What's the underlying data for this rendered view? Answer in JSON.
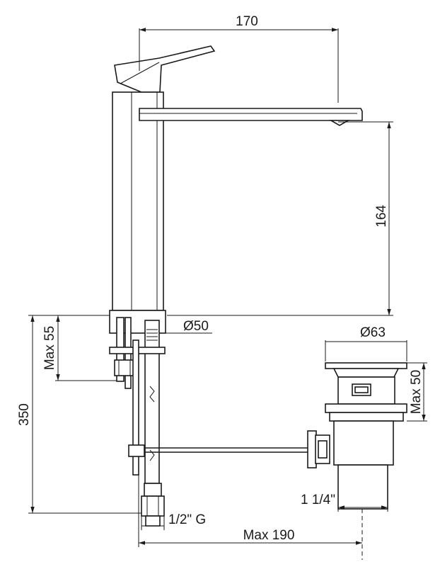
{
  "dimensions": {
    "spout_reach": "170",
    "spout_height": "164",
    "base_diameter": "Ø50",
    "deck_thickness": "Max 55",
    "overall_height": "350",
    "waste_diameter": "Ø63",
    "waste_height": "Max 50",
    "waste_thread": "1 1/4\"",
    "supply_thread": "1/2\" G",
    "rod_length": "Max 190"
  }
}
